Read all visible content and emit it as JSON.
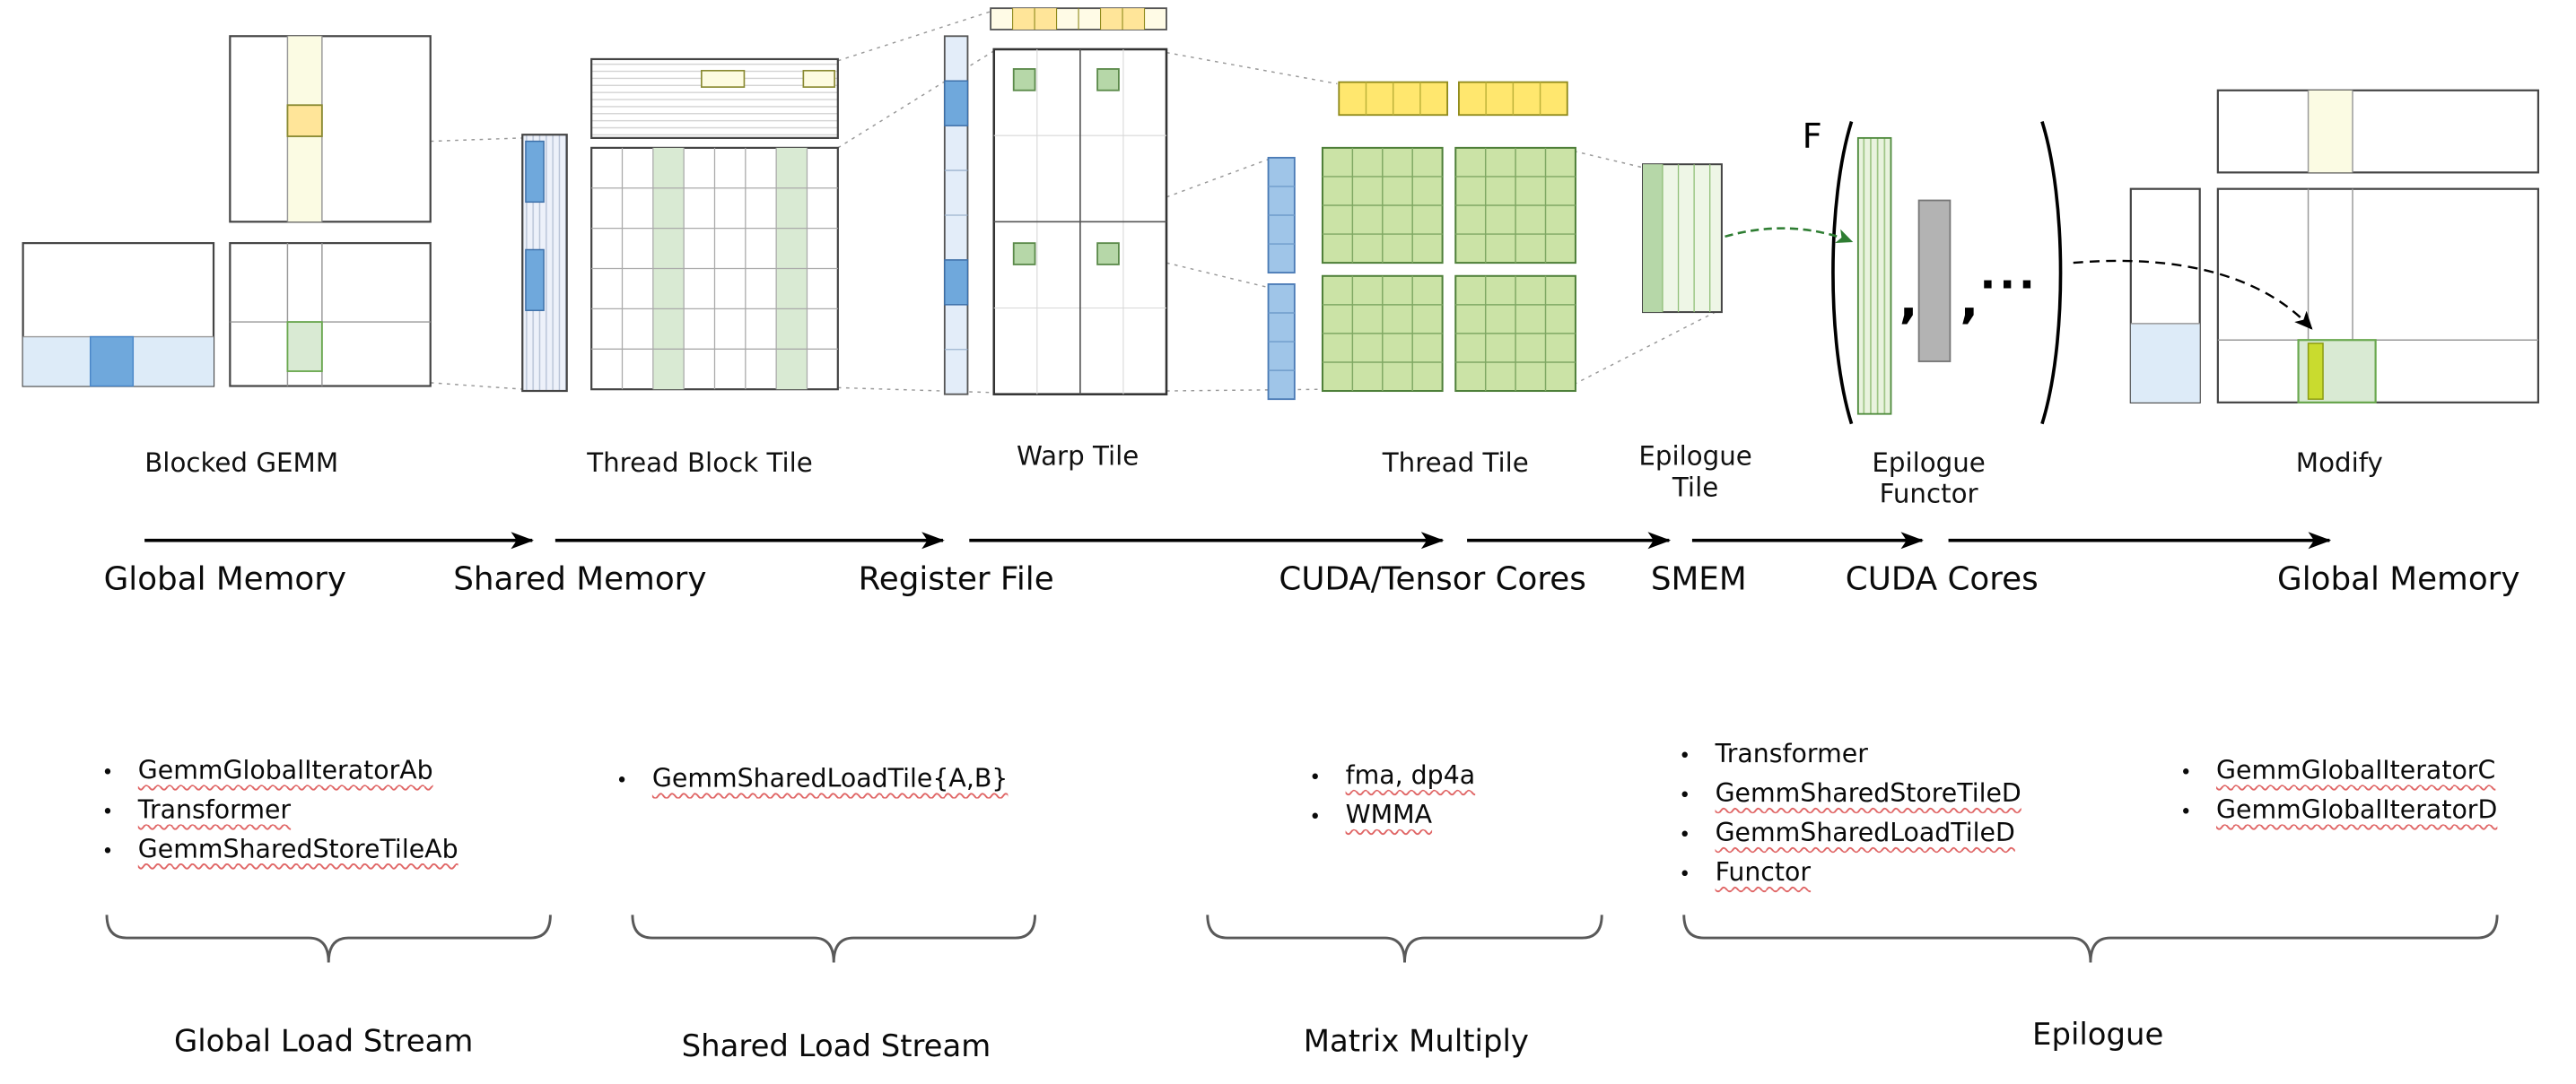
{
  "glyphs": {
    "bullet": "•"
  },
  "tiles": {
    "blocked_gemm": {
      "label": "Blocked GEMM"
    },
    "thread_block_tile": {
      "label": "Thread Block Tile"
    },
    "warp_tile": {
      "label": "Warp Tile"
    },
    "thread_tile": {
      "label": "Thread Tile"
    },
    "epilogue_tile": {
      "label_line1": "Epilogue",
      "label_line2": "Tile"
    },
    "epilogue_functor": {
      "label_line1": "Epilogue",
      "label_line2": "Functor",
      "functor_symbol": "F",
      "comma": ",",
      "ellipsis": "···"
    },
    "modify": {
      "label": "Modify"
    }
  },
  "memory_stages": [
    {
      "label": "Global Memory"
    },
    {
      "label": "Shared Memory"
    },
    {
      "label": "Register File"
    },
    {
      "label": "CUDA/Tensor Cores"
    },
    {
      "label": "SMEM"
    },
    {
      "label": "CUDA Cores"
    },
    {
      "label": "Global Memory"
    }
  ],
  "lists": {
    "global_load": {
      "items": [
        "GemmGlobalIteratorAb",
        "Transformer",
        "GemmSharedStoreTileAb"
      ]
    },
    "shared_load": {
      "items": [
        "GemmSharedLoadTile{A,B}"
      ]
    },
    "matrix_multiply": {
      "items": [
        "fma, dp4a",
        "WMMA"
      ]
    },
    "epilogue_components": {
      "items": [
        "Transformer",
        "GemmSharedStoreTileD",
        "GemmSharedLoadTileD",
        "Functor"
      ]
    },
    "global_store": {
      "items": [
        "GemmGlobalIteratorC",
        "GemmGlobalIteratorD"
      ]
    }
  },
  "streams": [
    {
      "label": "Global Load Stream"
    },
    {
      "label": "Shared Load Stream"
    },
    {
      "label": "Matrix Multiply"
    },
    {
      "label": "Epilogue"
    }
  ],
  "colors": {
    "blue_highlight": "#6fa8dc",
    "blue_light": "#ddebf8",
    "yellow_highlight": "#ffe599",
    "yellow_light": "#fbfbe3",
    "green_highlight": "#b6d7a8",
    "green_light": "#d9ead3",
    "gray_tile": "#b3b3b3",
    "lime_bar": "#c9db2f",
    "squiggle_red": "#e06666",
    "green_arrow": "#2e7d32"
  }
}
